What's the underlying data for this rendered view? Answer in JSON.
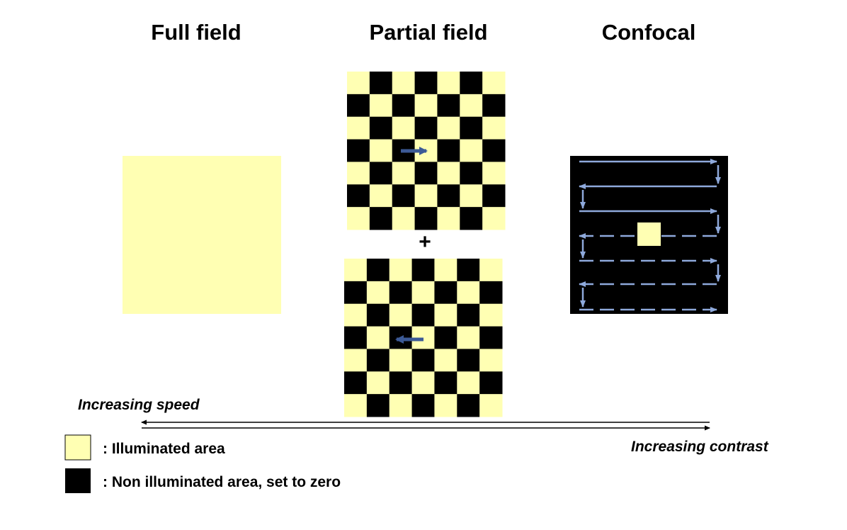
{
  "titles": {
    "full_field": "Full field",
    "partial_field": "Partial field",
    "confocal": "Confocal"
  },
  "plus_sign": "+",
  "axis": {
    "speed_label": "Increasing speed",
    "contrast_label": "Increasing contrast"
  },
  "legend": {
    "illuminated": ": Illuminated area",
    "non_illuminated": ": Non illuminated area, set to zero"
  },
  "colors": {
    "illuminated": "#ffffb3",
    "non_illuminated": "#000000",
    "shift_arrow": "#3c5a96",
    "scan_path": "#8ea9db"
  },
  "checkerboards": {
    "grid_size": 7,
    "top_shift_direction": "right",
    "bottom_shift_direction": "left"
  },
  "confocal_scan": {
    "passes": 7,
    "solid_passes": 3,
    "dashed_passes": 4
  }
}
